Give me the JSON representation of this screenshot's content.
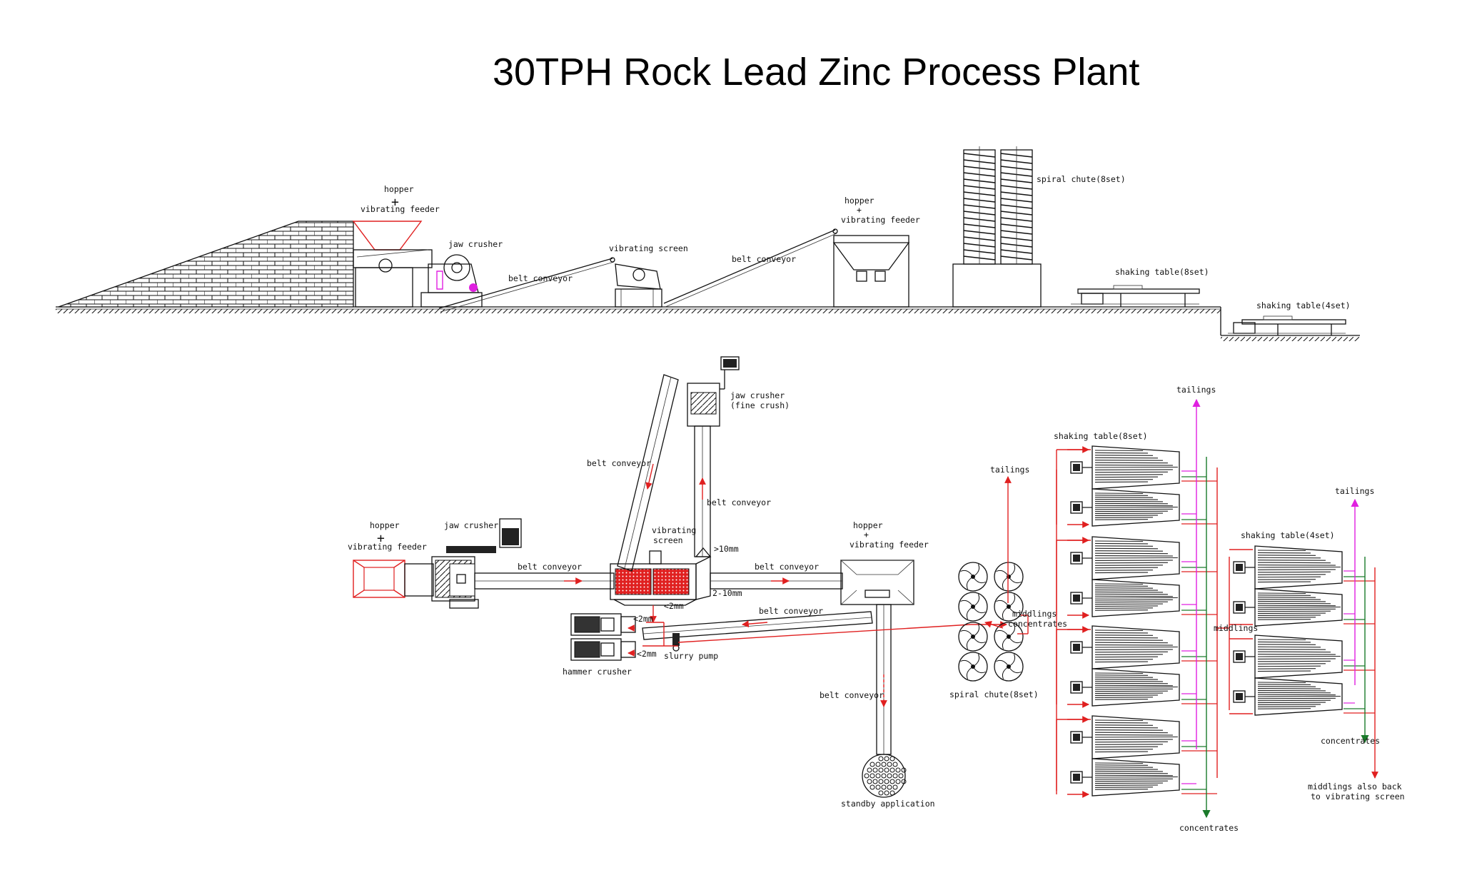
{
  "title": "30TPH Rock Lead Zinc Process Plant",
  "colors": {
    "flow_arrow": "#e02020",
    "tailings_line": "#e020e0",
    "concentrates_line": "#1a7a2a",
    "ink": "#111111"
  },
  "elevation": {
    "hopper_label": "hopper",
    "plus": "+",
    "vibrating_feeder": "vibrating feeder",
    "jaw_crusher": "jaw crusher",
    "belt_conveyor_1": "belt conveyor",
    "vibrating_screen": "vibrating screen",
    "belt_conveyor_2": "belt conveyor",
    "hopper2_label": "hopper",
    "plus2": "+",
    "vibrating_feeder2": "vibrating feeder",
    "spiral_chute": "spiral chute(8set)",
    "shaking_table_8": "shaking table(8set)",
    "shaking_table_4": "shaking table(4set)"
  },
  "plan": {
    "hopper_label": "hopper",
    "plus": "+",
    "vibrating_feeder": "vibrating feeder",
    "jaw_crusher": "jaw crusher",
    "belt_conveyor_a": "belt conveyor",
    "belt_conveyor_b": "belt conveyor",
    "jaw_crusher_fine": "jaw crusher",
    "fine_crush": "(fine crush)",
    "belt_conveyor_c": "belt conveyor",
    "vibrating": "vibrating",
    "screen": "screen",
    "size_gt10": ">10mm",
    "size_2_10": "2-10mm",
    "size_lt2": "<2mm",
    "size_lt2b": "<2mm",
    "size_lt2c": "<2mm",
    "belt_conveyor_d": "belt conveyor",
    "belt_conveyor_e": "belt conveyor",
    "hopper2_label": "hopper",
    "plus2": "+",
    "vibrating_feeder2": "vibrating feeder",
    "hammer_crusher": "hammer crusher",
    "slurry_pump": "slurry pump",
    "belt_conveyor_f": "belt conveyor",
    "standby": "standby application",
    "tailings_1": "tailings",
    "middlings_1": "middlings",
    "concentrates_1": "concentrates",
    "spiral_chute": "spiral chute(8set)",
    "tailings_2": "tailings",
    "shaking_table_8": "shaking table(8set)",
    "concentrates_2": "concentrates",
    "tailings_3": "tailings",
    "shaking_table_4": "shaking table(4set)",
    "middlings_2": "middlings",
    "concentrates_3": "concentrates",
    "middlings_back_1": "middlings also back",
    "middlings_back_2": "to vibrating screen"
  }
}
